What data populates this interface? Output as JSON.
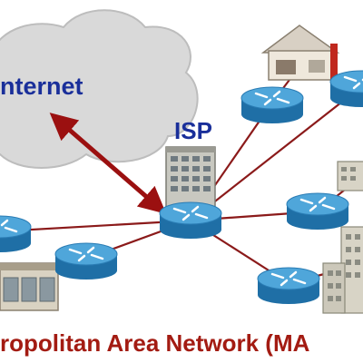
{
  "labels": {
    "internet": "nternet",
    "isp": "ISP",
    "caption": "ropolitan Area Network (MA"
  },
  "colors": {
    "link": "#8b1a1a",
    "arrow": "#9b1010",
    "cloud": "#d9d9d9",
    "router_top": "#4fa6da",
    "router_side": "#1f6fa6",
    "text_blue": "#1a2f9a",
    "caption_red": "#a31b12"
  },
  "icons": [
    "cloud-icon",
    "router-icon",
    "isp-building-icon",
    "house-icon",
    "office-building-icon",
    "storefront-icon"
  ]
}
